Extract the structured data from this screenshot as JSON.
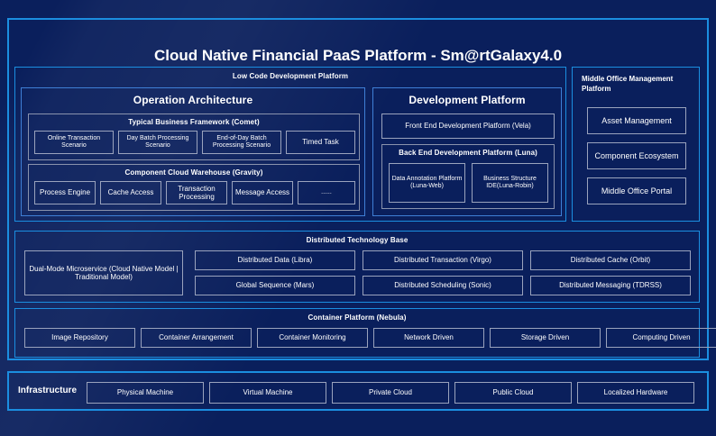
{
  "diagram": {
    "title": "Cloud Native Financial PaaS Platform - Sm@rtGalaxy4.0",
    "colors": {
      "background": "#0a1f5c",
      "outer_border": "#1b8ee0",
      "panel_border": "#3f7fd6",
      "chip_border": "#9aa3bd",
      "text": "#ffffff"
    }
  },
  "low_code": {
    "title": "Low Code Development Platform",
    "operation_architecture": {
      "title": "Operation Architecture",
      "typical_business_framework": {
        "title": "Typical Business Framework (Comet)",
        "items": [
          "Online Transaction Scenario",
          "Day Batch Processing Scenario",
          "End-of-Day Batch Processing Scenario",
          "Timed Task"
        ]
      },
      "component_cloud_warehouse": {
        "title": "Component Cloud Warehouse (Gravity)",
        "items": [
          "Process Engine",
          "Cache Access",
          "Transaction Processing",
          "Message Access",
          "......"
        ]
      }
    },
    "development_platform": {
      "title": "Development Platform",
      "front_end": "Front End Development Platform (Vela)",
      "back_end": {
        "title": "Back End Development Platform (Luna)",
        "items": [
          "Data Annotation Platform (Luna-Web)",
          "Business Structure IDE(Luna-Robin)"
        ]
      }
    }
  },
  "middle_office": {
    "title": "Middle Office Management Platform",
    "items": [
      "Asset Management",
      "Component Ecosystem",
      "Middle Office Portal"
    ]
  },
  "distributed_technology_base": {
    "title": "Distributed Technology Base",
    "wide_item": "Dual-Mode Microservice (Cloud Native Model | Traditional Model)",
    "grid_items": [
      "Distributed Data (Libra)",
      "Distributed Transaction (Virgo)",
      "Distributed Cache (Orbit)",
      "Global Sequence (Mars)",
      "Distributed Scheduling (Sonic)",
      "Distributed Messaging (TDRSS)"
    ]
  },
  "container_platform": {
    "title": "Container Platform (Nebula)",
    "items": [
      "Image Repository",
      "Container Arrangement",
      "Container Monitoring",
      "Network Driven",
      "Storage Driven",
      "Computing Driven"
    ]
  },
  "infrastructure": {
    "label": "Infrastructure",
    "items": [
      "Physical Machine",
      "Virtual Machine",
      "Private Cloud",
      "Public Cloud",
      "Localized Hardware"
    ]
  }
}
